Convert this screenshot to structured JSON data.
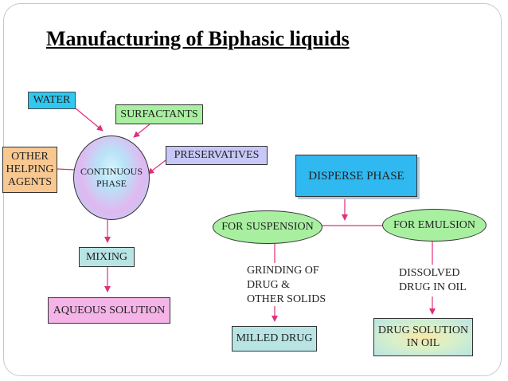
{
  "title": "Manufacturing of Biphasic liquids",
  "nodes": {
    "water": "WATER",
    "surfactants": "SURFACTANTS",
    "other_helping_agents": "OTHER\nHELPING\nAGENTS",
    "continuous_phase": "CONTINUOUS\nPHASE",
    "preservatives": "PRESERVATIVES",
    "mixing": "MIXING",
    "aqueous_solution": "AQUEOUS SOLUTION",
    "disperse_phase": "DISPERSE PHASE",
    "for_suspension": "FOR SUSPENSION",
    "for_emulsion": "FOR EMULSION",
    "grinding": "GRINDING OF\nDRUG &\nOTHER SOLIDS",
    "dissolved": "DISSOLVED\nDRUG IN OIL",
    "milled_drug": "MILLED DRUG",
    "drug_solution": "DRUG SOLUTION\nIN OIL"
  },
  "colors": {
    "cyan": "#2ec8f0",
    "green": "#a8f0a0",
    "orange": "#f8c890",
    "lavender": "#c8c8f8",
    "pink": "#f4b4e8",
    "blue_box": "#30b8f0",
    "teal": "#b8e4e4",
    "arrow": "#e0307a"
  }
}
